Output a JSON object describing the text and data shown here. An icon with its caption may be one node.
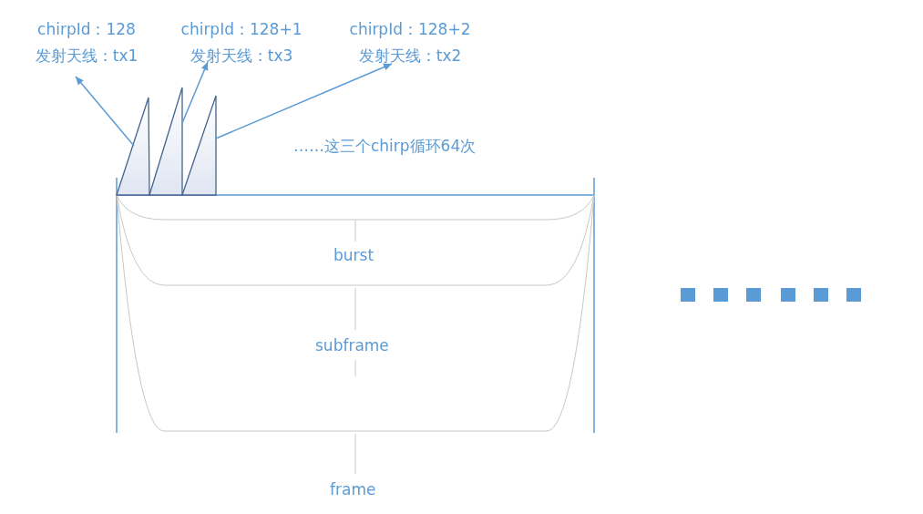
{
  "diagram": {
    "nodes": [
      {
        "text": [
          "chirpId：128",
          "发射天线：tx1"
        ]
      },
      {
        "text": [
          "chirpId：128+1",
          "发射天线：tx3"
        ]
      },
      {
        "text": [
          "chirpId：128+2",
          "发射天线：tx2"
        ]
      },
      {
        "text": [],
        "shape": "triangle"
      },
      {
        "text": [],
        "shape": "triangle"
      },
      {
        "text": [],
        "shape": "triangle"
      }
    ],
    "edges": [
      {
        "from": 3,
        "to": 0,
        "arrow": "to"
      },
      {
        "from": 4,
        "to": 1,
        "arrow": "to"
      },
      {
        "from": 5,
        "to": 2,
        "arrow": "to"
      }
    ],
    "labels": [
      "……这三个chirp循环64次",
      "burst",
      "subframe",
      "frame"
    ]
  }
}
